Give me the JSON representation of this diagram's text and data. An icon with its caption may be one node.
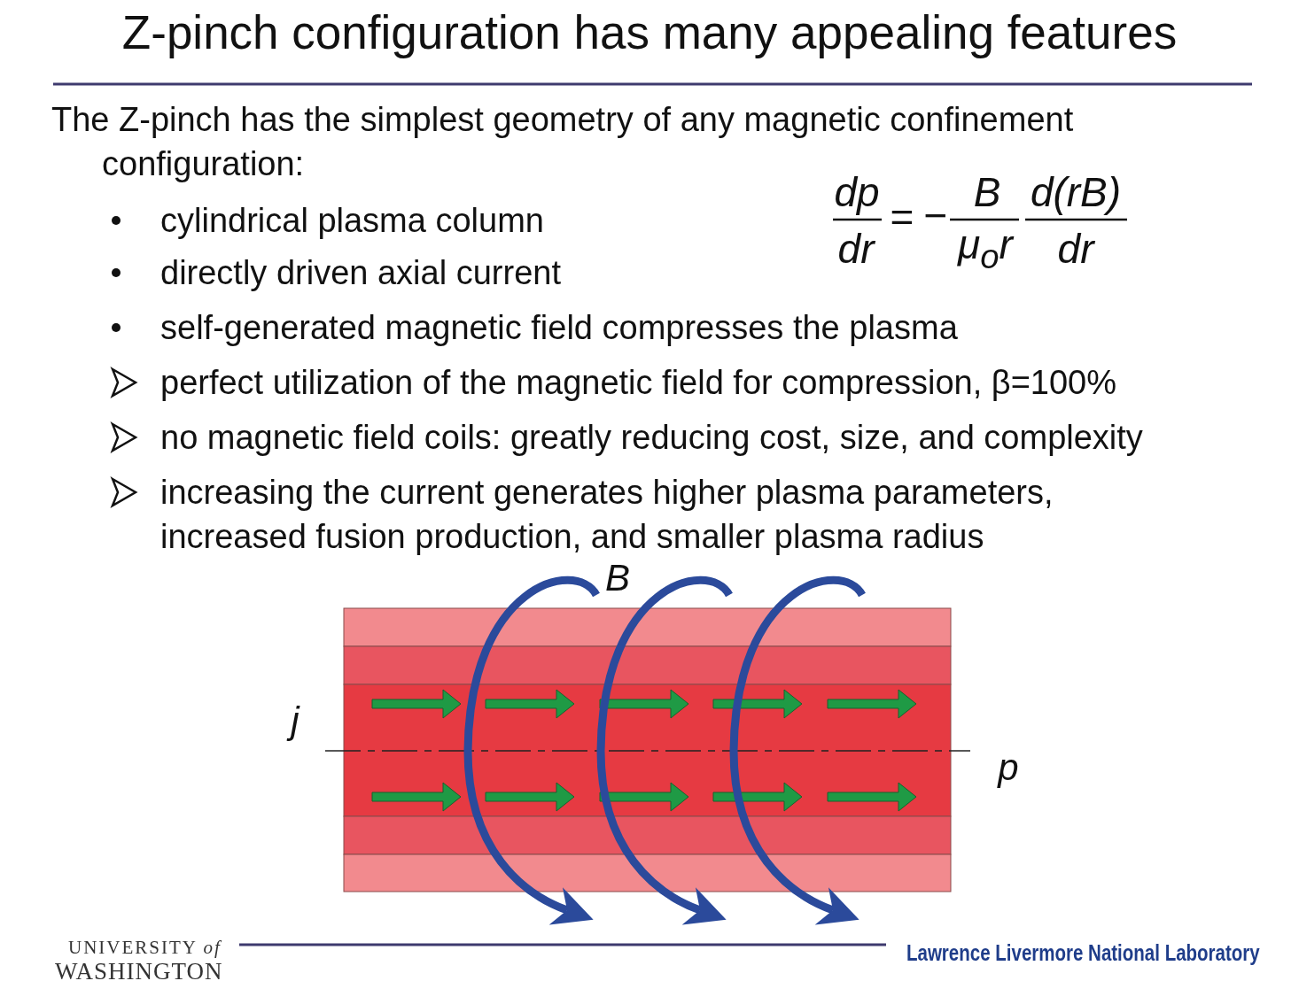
{
  "diagram": {
    "title": "Z-pinch configuration has many appealing features",
    "labels": [
      "The Z-pinch has the simplest geometry of any magnetic confinement configuration:",
      "cylindrical plasma column",
      "directly driven axial current",
      "self-generated magnetic field compresses the plasma",
      "perfect utilization of the magnetic field for compression, β=100%",
      "no magnetic field coils: greatly reducing cost, size, and complexity",
      "increasing the current generates higher plasma parameters, increased fusion production, and smaller plasma radius",
      "dp",
      "dr",
      "=",
      "−",
      "B",
      "μ$_{o}$r",
      "d(rB)",
      "dr",
      "B",
      "j",
      "p",
      "UNIVERSITY *of*",
      "WASHINGTON",
      "Lawrence Livermore National Laboratory"
    ]
  }
}
